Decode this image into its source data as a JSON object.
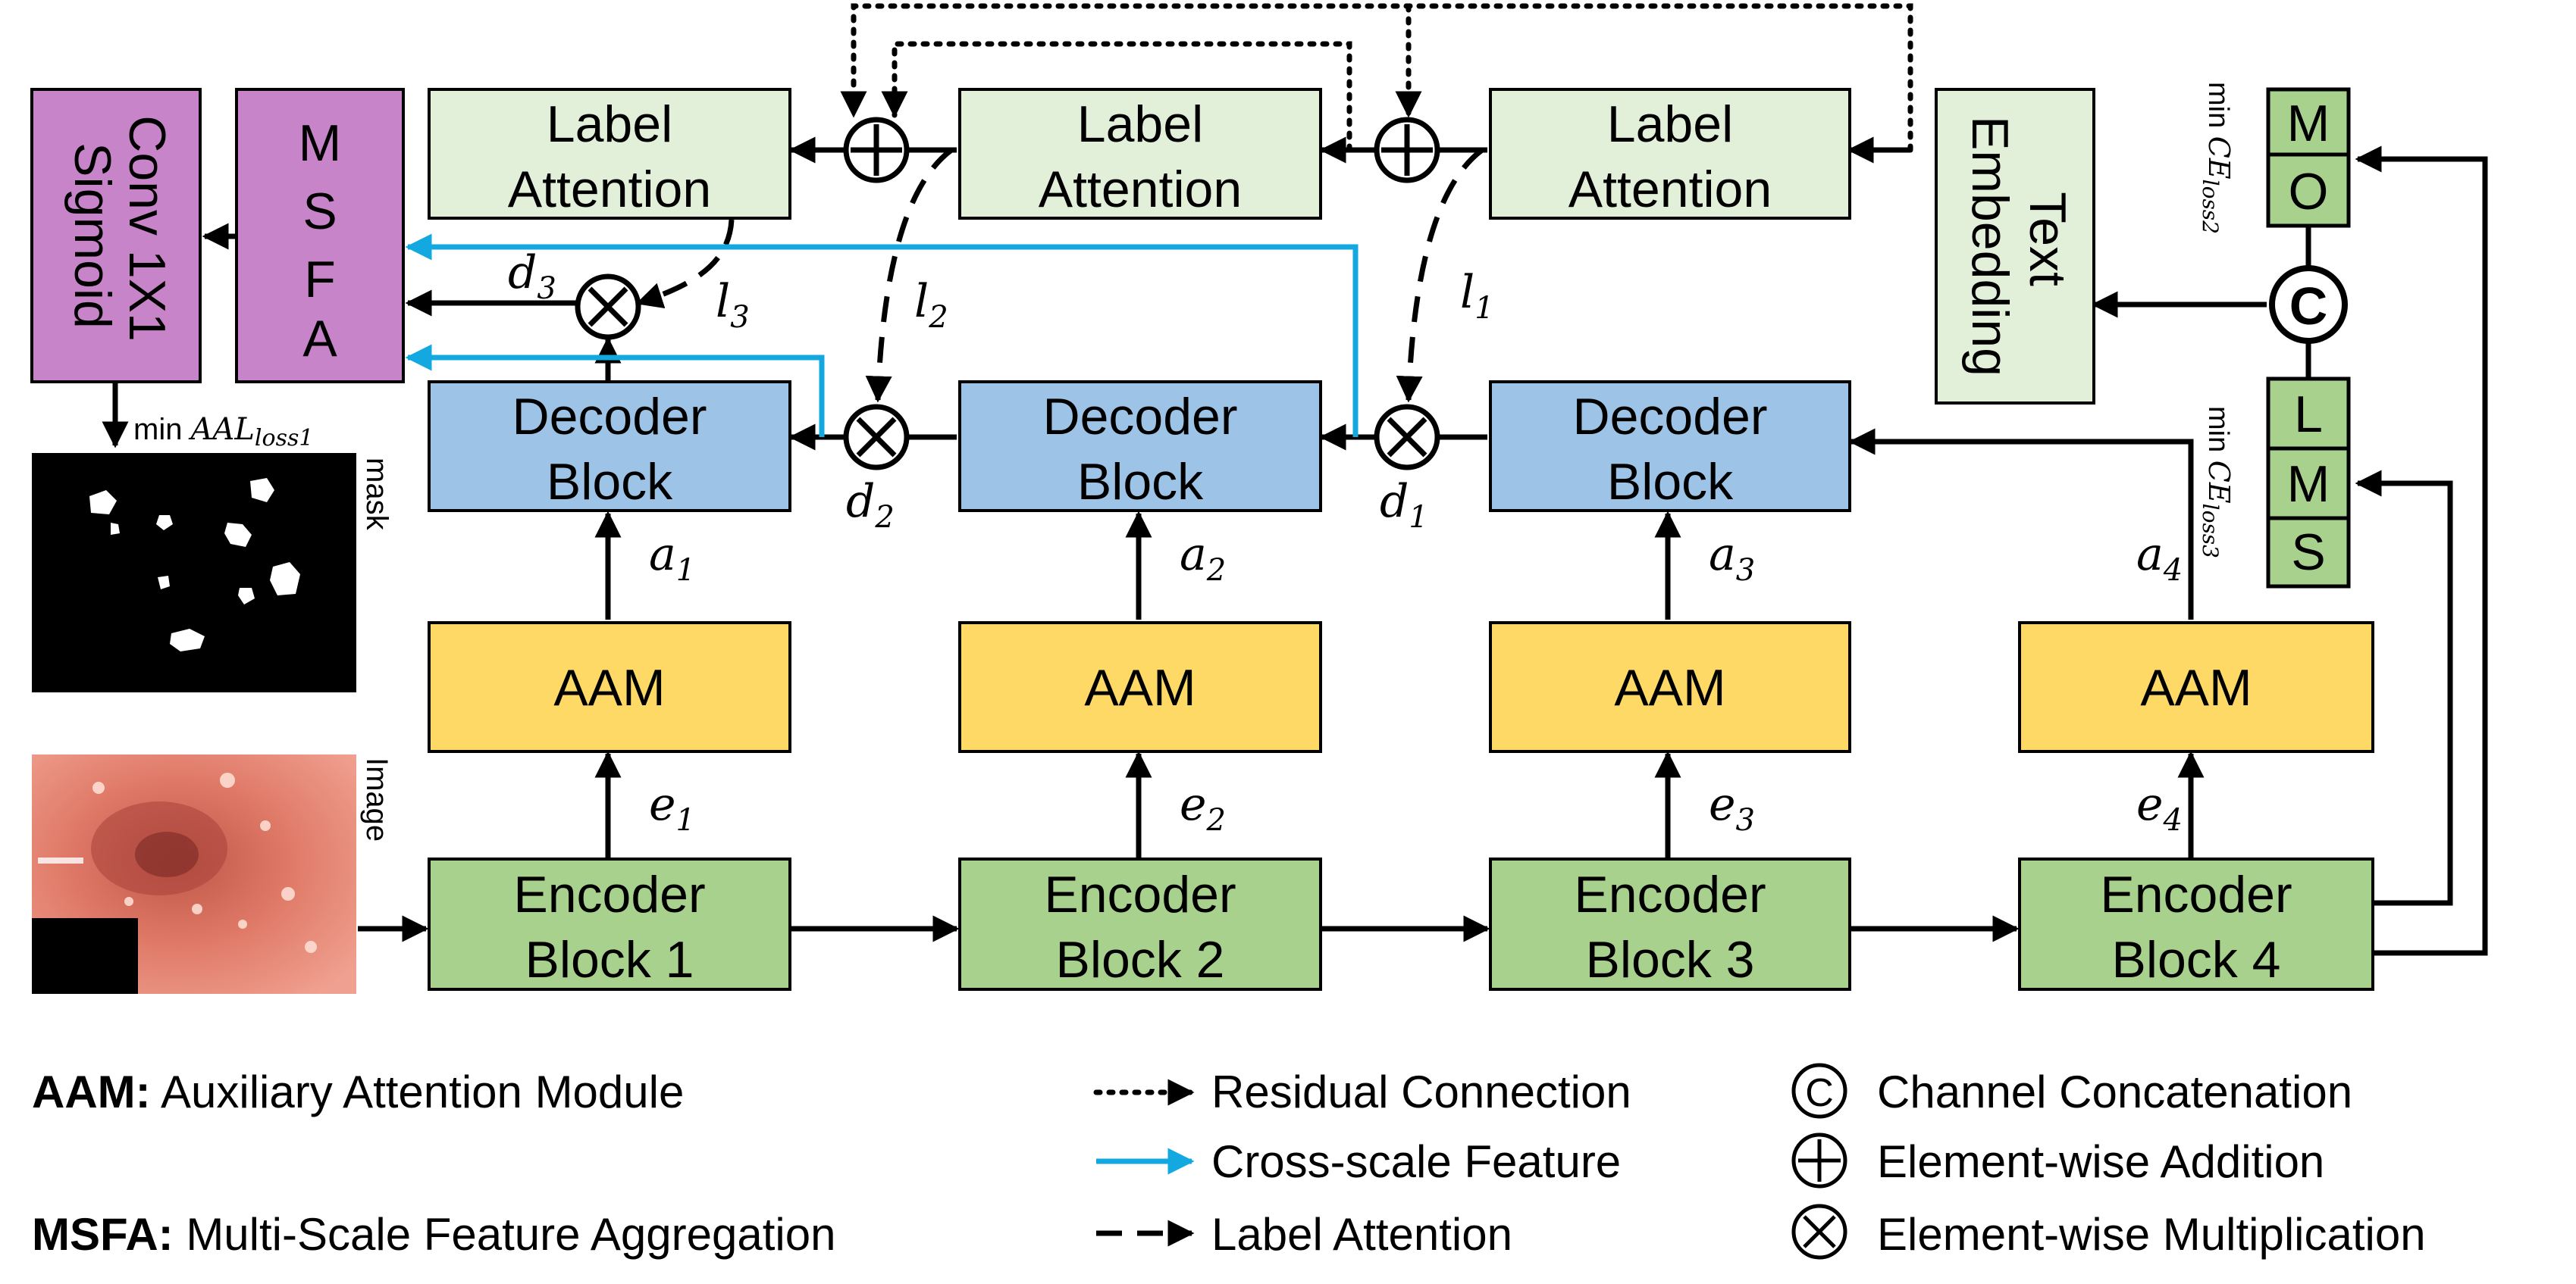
{
  "colors": {
    "encoder": "#a9d18e",
    "aam": "#ffd966",
    "decoder": "#9dc3e6",
    "label_attention": "#e2f0d9",
    "msfa": "#c884c8",
    "cross_scale": "#14a8e0",
    "stroke": "#000000"
  },
  "encoders": [
    {
      "line1": "Encoder",
      "line2": "Block 1",
      "feat": "e",
      "sub": "1"
    },
    {
      "line1": "Encoder",
      "line2": "Block 2",
      "feat": "e",
      "sub": "2"
    },
    {
      "line1": "Encoder",
      "line2": "Block 3",
      "feat": "e",
      "sub": "3"
    },
    {
      "line1": "Encoder",
      "line2": "Block 4",
      "feat": "e",
      "sub": "4"
    }
  ],
  "aams": [
    {
      "label": "AAM",
      "feat": "a",
      "sub": "1"
    },
    {
      "label": "AAM",
      "feat": "a",
      "sub": "2"
    },
    {
      "label": "AAM",
      "feat": "a",
      "sub": "3"
    },
    {
      "label": "AAM",
      "feat": "a",
      "sub": "4"
    }
  ],
  "decoders": [
    {
      "line1": "Decoder",
      "line2": "Block"
    },
    {
      "line1": "Decoder",
      "line2": "Block"
    },
    {
      "line1": "Decoder",
      "line2": "Block"
    }
  ],
  "label_attentions": [
    {
      "line1": "Label",
      "line2": "Attention",
      "l": "l",
      "sub": "3"
    },
    {
      "line1": "Label",
      "line2": "Attention",
      "l": "l",
      "sub": "2"
    },
    {
      "line1": "Label",
      "line2": "Attention",
      "l": "l",
      "sub": "1"
    }
  ],
  "d_labels": [
    {
      "d": "d",
      "sub": "3"
    },
    {
      "d": "d",
      "sub": "2"
    },
    {
      "d": "d",
      "sub": "1"
    }
  ],
  "conv": {
    "line1": "Conv 1X1",
    "line2": "Sigmoid"
  },
  "msfa": {
    "letters": [
      "M",
      "S",
      "F",
      "A"
    ]
  },
  "text_embedding": {
    "line1": "Text",
    "line2": "Embedding"
  },
  "mo_stack": [
    "M",
    "O"
  ],
  "lms_stack": [
    "L",
    "M",
    "S"
  ],
  "concat_symbol": "C",
  "losses": {
    "aal": {
      "prefix": "min ",
      "main": "AAL",
      "sub": "loss1"
    },
    "ce2": {
      "prefix": "min ",
      "main": "CE",
      "sub": "loss2"
    },
    "ce3": {
      "prefix": "min ",
      "main": "CE",
      "sub": "loss3"
    }
  },
  "side_labels": {
    "mask": "mask",
    "image": "Image"
  },
  "legend": {
    "aam_key": "AAM:",
    "aam_value": " Auxiliary Attention Module",
    "msfa_key": "MSFA:",
    "msfa_value": " Multi-Scale Feature Aggregation",
    "residual": "Residual Connection",
    "cross_scale": "Cross-scale Feature",
    "label_attention": "Label Attention",
    "concat": "Channel Concatenation",
    "addition": "Element-wise Addition",
    "multiplication": "Element-wise Multiplication"
  }
}
